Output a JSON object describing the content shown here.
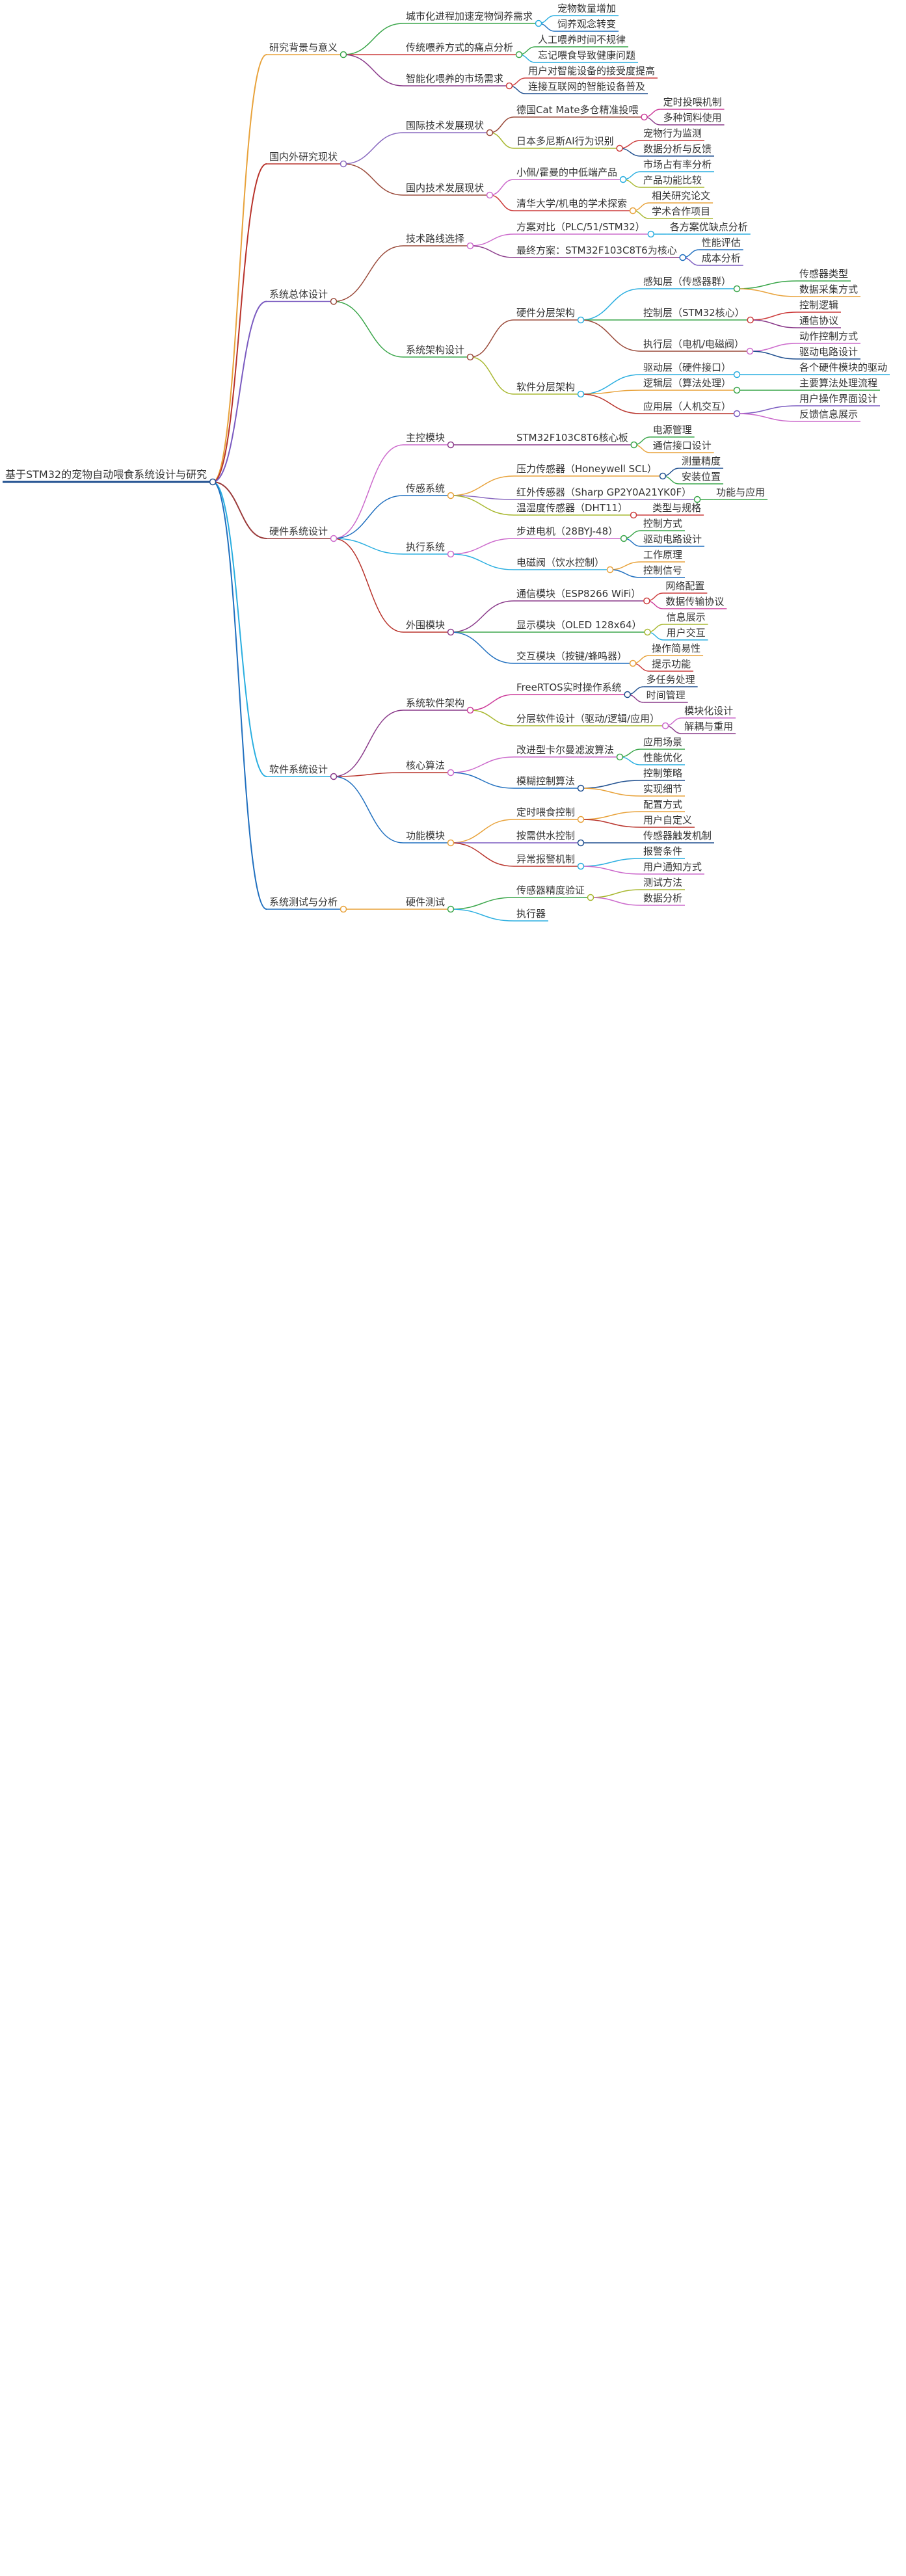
{
  "root": {
    "label": "基于STM32的宠物自动喂食系统设计与研究",
    "children": [
      {
        "label": "研究背景与意义",
        "color": "#e8a23a",
        "children": [
          {
            "label": "城市化进程加速宠物饲养需求",
            "color": "#3aa64a",
            "children": [
              {
                "label": "宠物数量增加",
                "color": "#29aee0"
              },
              {
                "label": "饲养观念转变",
                "color": "#1f6fbf"
              }
            ]
          },
          {
            "label": "传统喂养方式的痛点分析",
            "color": "#cc3b3b",
            "children": [
              {
                "label": "人工喂养时间不规律",
                "color": "#3aa64a"
              },
              {
                "label": "忘记喂食导致健康问题",
                "color": "#29aee0"
              }
            ]
          },
          {
            "label": "智能化喂养的市场需求",
            "color": "#8a3a8a",
            "children": [
              {
                "label": "用户对智能设备的接受度提高",
                "color": "#cc3b3b"
              },
              {
                "label": "连接互联网的智能设备普及",
                "color": "#1f4f8f"
              }
            ]
          }
        ]
      },
      {
        "label": "国内外研究现状",
        "color": "#b8322a",
        "children": [
          {
            "label": "国际技术发展现状",
            "color": "#8a6ac0",
            "children": [
              {
                "label": "德国Cat Mate多仓精准投喂",
                "color": "#9a4a3a",
                "children": [
                  {
                    "label": "定时投喂机制",
                    "color": "#cc3b9a"
                  },
                  {
                    "label": "多种饲料使用",
                    "color": "#8a3a8a"
                  }
                ]
              },
              {
                "label": "日本多尼斯AI行为识别",
                "color": "#a8b830",
                "children": [
                  {
                    "label": "宠物行为监测",
                    "color": "#cc3b3b"
                  },
                  {
                    "label": "数据分析与反馈",
                    "color": "#1f4f8f"
                  }
                ]
              }
            ]
          },
          {
            "label": "国内技术发展现状",
            "color": "#9a4a3a",
            "children": [
              {
                "label": "小佩/霍曼的中低端产品",
                "color": "#cc6acc",
                "children": [
                  {
                    "label": "市场占有率分析",
                    "color": "#29aee0"
                  },
                  {
                    "label": "产品功能比较",
                    "color": "#a8b830"
                  }
                ]
              },
              {
                "label": "清华大学/机电的学术探索",
                "color": "#cc3b3b",
                "children": [
                  {
                    "label": "相关研究论文",
                    "color": "#e8a23a"
                  },
                  {
                    "label": "学术合作项目",
                    "color": "#a8b830"
                  }
                ]
              }
            ]
          }
        ]
      },
      {
        "label": "系统总体设计",
        "color": "#7a5ac0",
        "children": [
          {
            "label": "技术路线选择",
            "color": "#9a4a3a",
            "children": [
              {
                "label": "方案对比（PLC/51/STM32）",
                "color": "#cc6acc",
                "children": [
                  {
                    "label": "各方案优缺点分析",
                    "color": "#29aee0"
                  }
                ]
              },
              {
                "label": "最终方案：STM32F103C8T6为核心",
                "color": "#8a3a8a",
                "children": [
                  {
                    "label": "性能评估",
                    "color": "#1f6fbf"
                  },
                  {
                    "label": "成本分析",
                    "color": "#7a5ac0"
                  }
                ]
              }
            ]
          },
          {
            "label": "系统架构设计",
            "color": "#3aa64a",
            "children": [
              {
                "label": "硬件分层架构",
                "color": "#9a4a3a",
                "children": [
                  {
                    "label": "感知层（传感器群）",
                    "color": "#29aee0",
                    "children": [
                      {
                        "label": "传感器类型",
                        "color": "#3aa64a"
                      },
                      {
                        "label": "数据采集方式",
                        "color": "#e8a23a"
                      }
                    ]
                  },
                  {
                    "label": "控制层（STM32核心）",
                    "color": "#3aa64a",
                    "children": [
                      {
                        "label": "控制逻辑",
                        "color": "#cc3b3b"
                      },
                      {
                        "label": "通信协议",
                        "color": "#8a3a8a"
                      }
                    ]
                  },
                  {
                    "label": "执行层（电机/电磁阀）",
                    "color": "#9a4a3a",
                    "children": [
                      {
                        "label": "动作控制方式",
                        "color": "#cc6acc"
                      },
                      {
                        "label": "驱动电路设计",
                        "color": "#1f4f8f"
                      }
                    ]
                  }
                ]
              },
              {
                "label": "软件分层架构",
                "color": "#a8b830",
                "children": [
                  {
                    "label": "驱动层（硬件接口）",
                    "color": "#29aee0",
                    "children": [
                      {
                        "label": "各个硬件模块的驱动",
                        "color": "#29aee0"
                      }
                    ]
                  },
                  {
                    "label": "逻辑层（算法处理）",
                    "color": "#e8a23a",
                    "children": [
                      {
                        "label": "主要算法处理流程",
                        "color": "#3aa64a"
                      }
                    ]
                  },
                  {
                    "label": "应用层（人机交互）",
                    "color": "#b8322a",
                    "children": [
                      {
                        "label": "用户操作界面设计",
                        "color": "#7a5ac0"
                      },
                      {
                        "label": "反馈信息展示",
                        "color": "#cc6acc"
                      }
                    ]
                  }
                ]
              }
            ]
          }
        ]
      },
      {
        "label": "硬件系统设计",
        "color": "#9a3a3a",
        "children": [
          {
            "label": "主控模块",
            "color": "#cc6acc",
            "children": [
              {
                "label": "STM32F103C8T6核心板",
                "color": "#8a3a8a",
                "children": [
                  {
                    "label": "电源管理",
                    "color": "#3aa64a"
                  },
                  {
                    "label": "通信接口设计",
                    "color": "#e8a23a"
                  }
                ]
              }
            ]
          },
          {
            "label": "传感系统",
            "color": "#1f6fbf",
            "children": [
              {
                "label": "压力传感器（Honeywell SCL）",
                "color": "#e8a23a",
                "children": [
                  {
                    "label": "测量精度",
                    "color": "#1f4f8f"
                  },
                  {
                    "label": "安装位置",
                    "color": "#3aa64a"
                  }
                ]
              },
              {
                "label": "红外传感器（Sharp GP2Y0A21YK0F）",
                "color": "#8a6ac0",
                "children": [
                  {
                    "label": "功能与应用",
                    "color": "#3aa64a"
                  }
                ]
              },
              {
                "label": "温湿度传感器（DHT11）",
                "color": "#a8b830",
                "children": [
                  {
                    "label": "类型与规格",
                    "color": "#cc3b3b"
                  }
                ]
              }
            ]
          },
          {
            "label": "执行系统",
            "color": "#29aee0",
            "children": [
              {
                "label": "步进电机（28BYJ-48）",
                "color": "#cc6acc",
                "children": [
                  {
                    "label": "控制方式",
                    "color": "#3aa64a"
                  },
                  {
                    "label": "驱动电路设计",
                    "color": "#1f6fbf"
                  }
                ]
              },
              {
                "label": "电磁阀（饮水控制）",
                "color": "#29aee0",
                "children": [
                  {
                    "label": "工作原理",
                    "color": "#e8a23a"
                  },
                  {
                    "label": "控制信号",
                    "color": "#1f6fbf"
                  }
                ]
              }
            ]
          },
          {
            "label": "外围模块",
            "color": "#b8322a",
            "children": [
              {
                "label": "通信模块（ESP8266 WiFi）",
                "color": "#8a3a8a",
                "children": [
                  {
                    "label": "网络配置",
                    "color": "#cc3b3b"
                  },
                  {
                    "label": "数据传输协议",
                    "color": "#cc3b9a"
                  }
                ]
              },
              {
                "label": "显示模块（OLED 128x64）",
                "color": "#3aa64a",
                "children": [
                  {
                    "label": "信息展示",
                    "color": "#a8b830"
                  },
                  {
                    "label": "用户交互",
                    "color": "#29aee0"
                  }
                ]
              },
              {
                "label": "交互模块（按键/蜂鸣器）",
                "color": "#1f6fbf",
                "children": [
                  {
                    "label": "操作简易性",
                    "color": "#e8a23a"
                  },
                  {
                    "label": "提示功能",
                    "color": "#cc3b3b"
                  }
                ]
              }
            ]
          }
        ]
      },
      {
        "label": "软件系统设计",
        "color": "#29aee0",
        "children": [
          {
            "label": "系统软件架构",
            "color": "#8a3a8a",
            "children": [
              {
                "label": "FreeRTOS实时操作系统",
                "color": "#cc3b9a",
                "children": [
                  {
                    "label": "多任务处理",
                    "color": "#1f4f8f"
                  },
                  {
                    "label": "时间管理",
                    "color": "#8a3a8a"
                  }
                ]
              },
              {
                "label": "分层软件设计（驱动/逻辑/应用）",
                "color": "#a8b830",
                "children": [
                  {
                    "label": "模块化设计",
                    "color": "#cc6acc"
                  },
                  {
                    "label": "解耦与重用",
                    "color": "#8a3a8a"
                  }
                ]
              }
            ]
          },
          {
            "label": "核心算法",
            "color": "#b8322a",
            "children": [
              {
                "label": "改进型卡尔曼滤波算法",
                "color": "#cc6acc",
                "children": [
                  {
                    "label": "应用场景",
                    "color": "#3aa64a"
                  },
                  {
                    "label": "性能优化",
                    "color": "#29aee0"
                  }
                ]
              },
              {
                "label": "模糊控制算法",
                "color": "#1f6fbf",
                "children": [
                  {
                    "label": "控制策略",
                    "color": "#1f4f8f"
                  },
                  {
                    "label": "实现细节",
                    "color": "#e8a23a"
                  }
                ]
              }
            ]
          },
          {
            "label": "功能模块",
            "color": "#1f6fbf",
            "children": [
              {
                "label": "定时喂食控制",
                "color": "#e8a23a",
                "children": [
                  {
                    "label": "配置方式",
                    "color": "#e8a23a"
                  },
                  {
                    "label": "用户自定义",
                    "color": "#b8322a"
                  }
                ]
              },
              {
                "label": "按需供水控制",
                "color": "#7a5ac0",
                "children": [
                  {
                    "label": "传感器触发机制",
                    "color": "#1f4f8f"
                  }
                ]
              },
              {
                "label": "异常报警机制",
                "color": "#b8322a",
                "children": [
                  {
                    "label": "报警条件",
                    "color": "#29aee0"
                  },
                  {
                    "label": "用户通知方式",
                    "color": "#cc6acc"
                  }
                ]
              }
            ]
          }
        ]
      },
      {
        "label": "系统测试与分析",
        "color": "#1f6fbf",
        "children": [
          {
            "label": "硬件测试",
            "color": "#e8a23a",
            "children": [
              {
                "label": "传感器精度验证",
                "color": "#3aa64a",
                "children": [
                  {
                    "label": "测试方法",
                    "color": "#a8b830"
                  },
                  {
                    "label": "数据分析",
                    "color": "#cc6acc"
                  }
                ]
              },
              {
                "label": "执行器",
                "color": "#29aee0",
                "children": []
              }
            ]
          }
        ]
      }
    ]
  }
}
